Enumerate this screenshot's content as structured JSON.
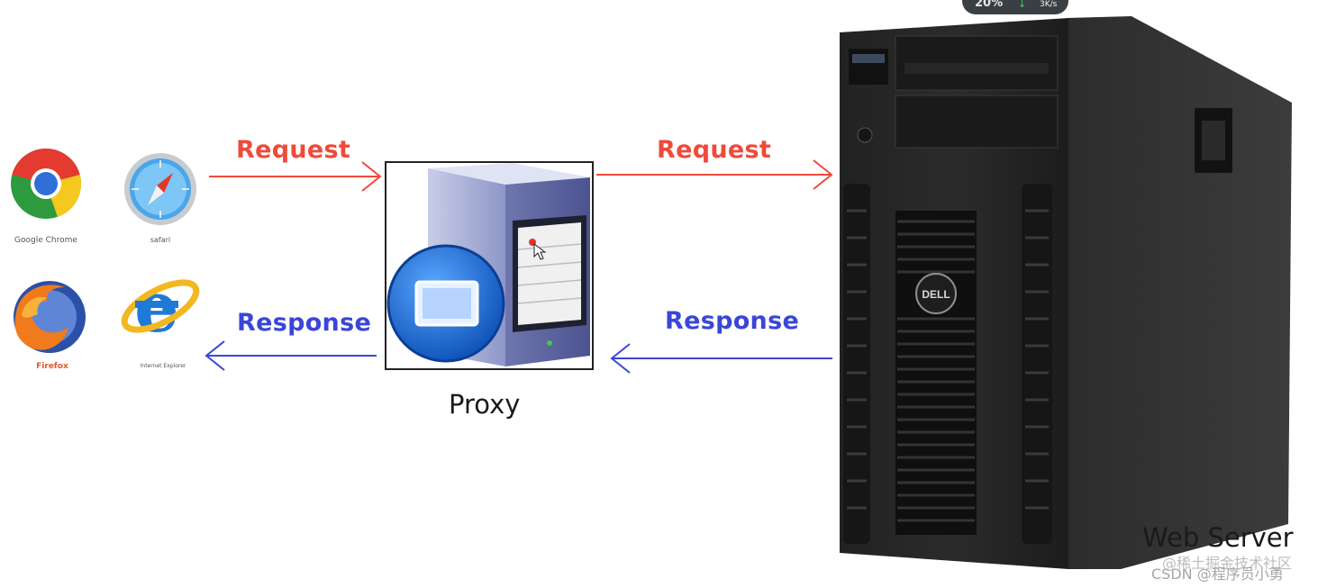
{
  "overlay": {
    "value": "20%",
    "arrow": "↓",
    "speed": "3K/s"
  },
  "clients": [
    {
      "name": "Google Chrome",
      "icon": "chrome-icon"
    },
    {
      "name": "safari",
      "icon": "safari-icon"
    },
    {
      "name": "Firefox",
      "icon": "firefox-icon"
    },
    {
      "name": "Internet Explorer",
      "icon": "ie-icon"
    }
  ],
  "edges": {
    "client_to_proxy": "Request",
    "proxy_to_server": "Request",
    "proxy_to_client": "Response",
    "server_to_proxy": "Response"
  },
  "nodes": {
    "proxy": "Proxy",
    "server": "Web Server",
    "server_brand": "DELL"
  },
  "watermark": {
    "line1": "@稀土掘金技术社区",
    "line2": "CSDN @程序员小勇"
  },
  "colors": {
    "request": "#f04a3a",
    "response": "#3a46d8"
  }
}
